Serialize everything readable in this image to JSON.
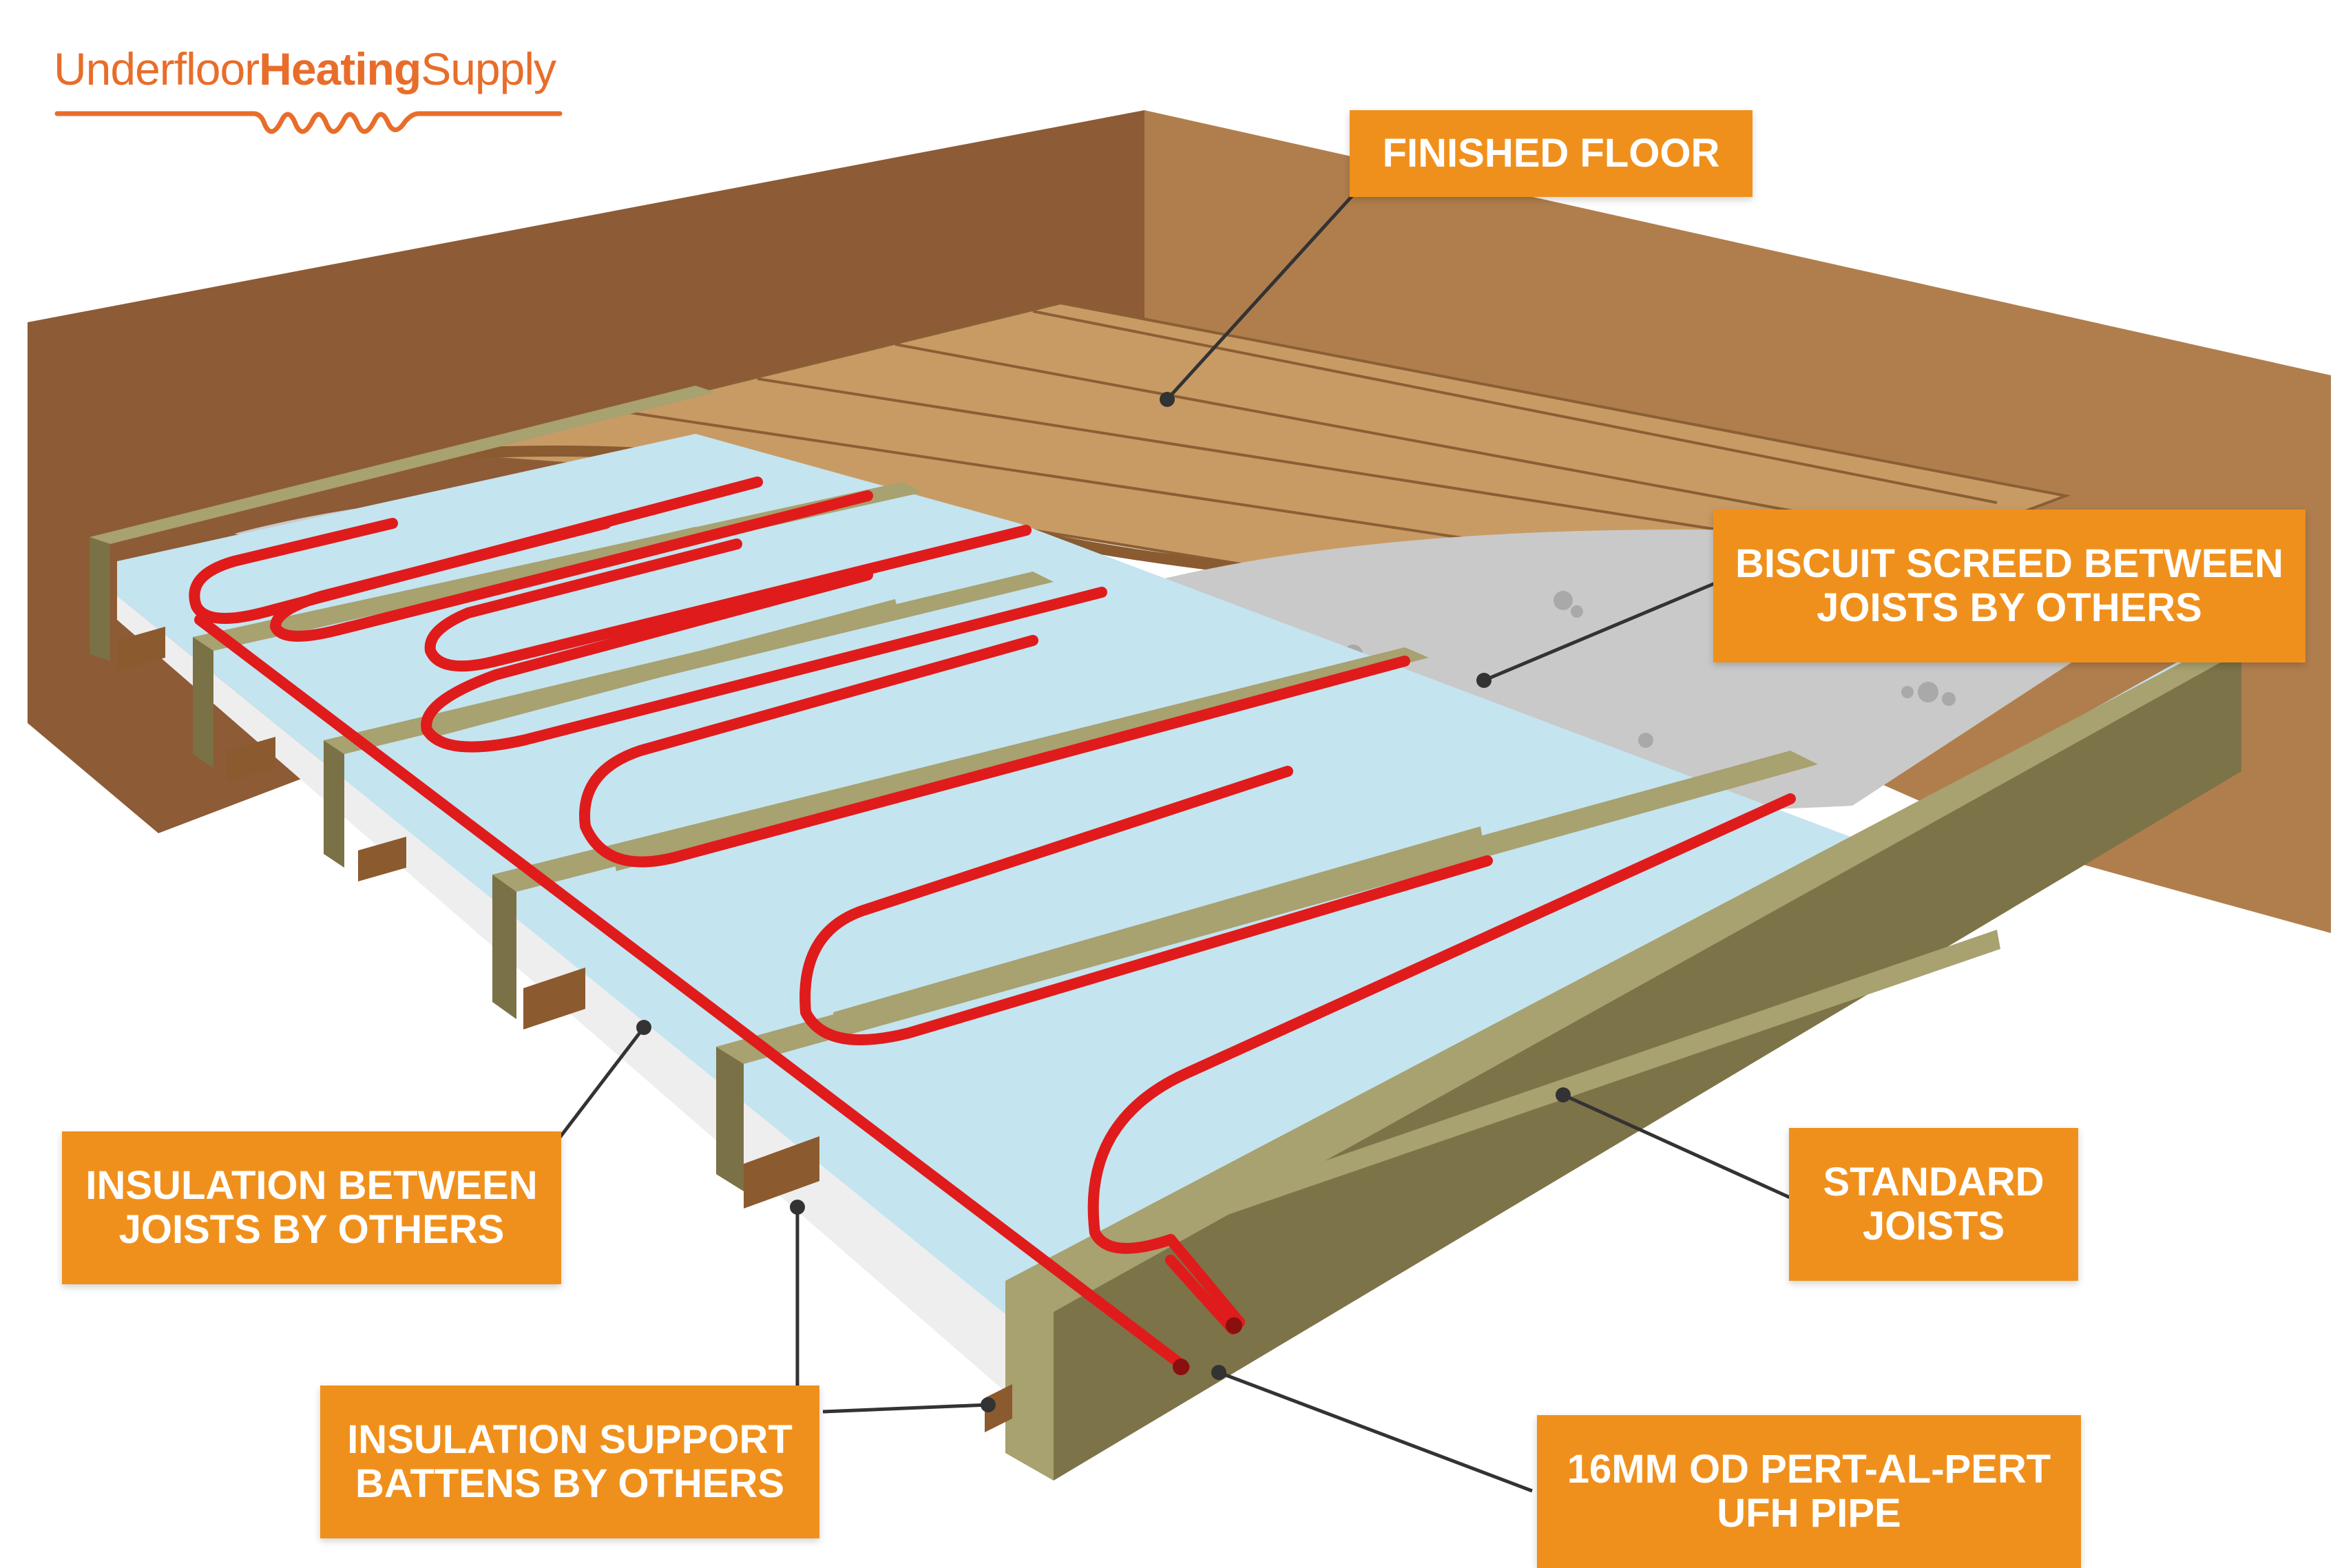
{
  "brand": {
    "logo_part1": "Underfloor",
    "logo_part2": "Heating",
    "logo_part3": "Supply",
    "color": "#e86d2a",
    "icon": "heating-wave-icon"
  },
  "callout_color": "#f0901c",
  "labels": {
    "finished_floor": "FINISHED FLOOR",
    "biscuit_screed_l1": "BISCUIT SCREED BETWEEN",
    "biscuit_screed_l2": "JOISTS BY OTHERS",
    "insulation_between_l1": "INSULATION BETWEEN",
    "insulation_between_l2": "JOISTS BY OTHERS",
    "standard_joists_l1": "STANDARD",
    "standard_joists_l2": "JOISTS",
    "battens_l1": "INSULATION SUPPORT",
    "battens_l2": "BATTENS BY OTHERS",
    "pipe_l1": "16MM OD PERT-AL-PERT",
    "pipe_l2": "UFH PIPE"
  },
  "colors": {
    "wall_dark": "#8b5a34",
    "wall_light": "#b07d4c",
    "joist_top": "#a8a170",
    "joist_side": "#7b7146",
    "insulation": "#c3e3ee",
    "screed": "#c9c9c9",
    "wood_floor": "#c89a63",
    "pipe": "#e01b1b"
  }
}
